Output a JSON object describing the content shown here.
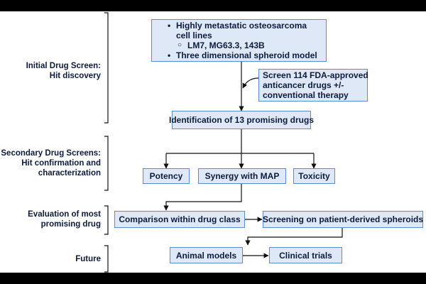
{
  "sections": [
    {
      "lines": [
        "Initial Drug Screen:",
        "Hit discovery"
      ]
    },
    {
      "lines": [
        "Secondary Drug Screens:",
        "Hit confirmation and",
        "characterization"
      ]
    },
    {
      "lines": [
        "Evaluation of most",
        "promising drug"
      ]
    },
    {
      "lines": [
        "Future"
      ]
    }
  ],
  "boxes": {
    "cell_lines": {
      "bullet1": "Highly metastatic osteosarcoma",
      "bullet1_cont": "cell lines",
      "sub1": "LM7, MG63.3, 143B",
      "bullet2": "Three dimensional spheroid model"
    },
    "screen": {
      "lines": [
        "Screen 114 FDA-approved",
        "anticancer drugs +/-",
        "conventional therapy"
      ]
    },
    "identification": "Identification of 13 promising drugs",
    "potency": "Potency",
    "synergy": "Synergy with MAP",
    "toxicity": "Toxicity",
    "comparison": "Comparison within drug class",
    "patient_spheroids": "Screening on patient-derived spheroids",
    "animal_models": "Animal models",
    "clinical_trials": "Clinical trials"
  },
  "colors": {
    "box_fill": "#dfe8f7",
    "box_border": "#5b8bd0",
    "text": "#0d1b3e",
    "lines": "#111111"
  }
}
